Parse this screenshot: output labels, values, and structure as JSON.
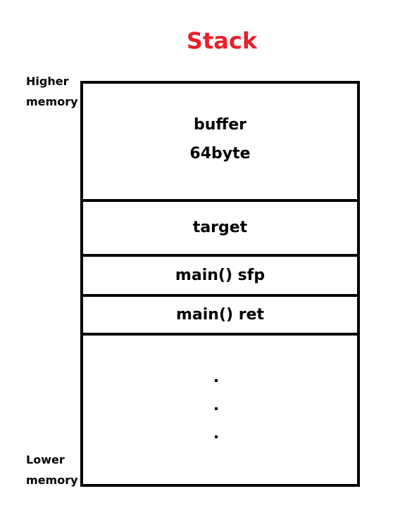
{
  "title": "Stack",
  "colors": {
    "title": "#e8202a",
    "border": "#000000",
    "text": "#000000"
  },
  "labels": {
    "higher": [
      "Higher",
      "memory"
    ],
    "lower": [
      "Lower",
      "memory"
    ]
  },
  "stack": {
    "buffer": [
      "buffer",
      "64byte"
    ],
    "target": "target",
    "sfp": "main() sfp",
    "ret": "main() ret",
    "ellipsis": ". . ."
  }
}
